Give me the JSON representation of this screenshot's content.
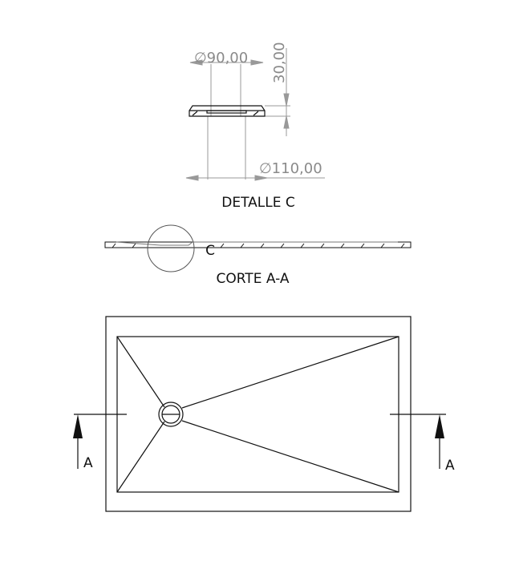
{
  "detail": {
    "title": "DETALLE C",
    "dim_inner_diameter": "∅90,00",
    "dim_outer_diameter": "∅110,00",
    "dim_height": "30,00"
  },
  "section": {
    "title": "CORTE A-A",
    "detail_marker": "C"
  },
  "plan": {
    "section_label_left": "A",
    "section_label_right": "A"
  }
}
